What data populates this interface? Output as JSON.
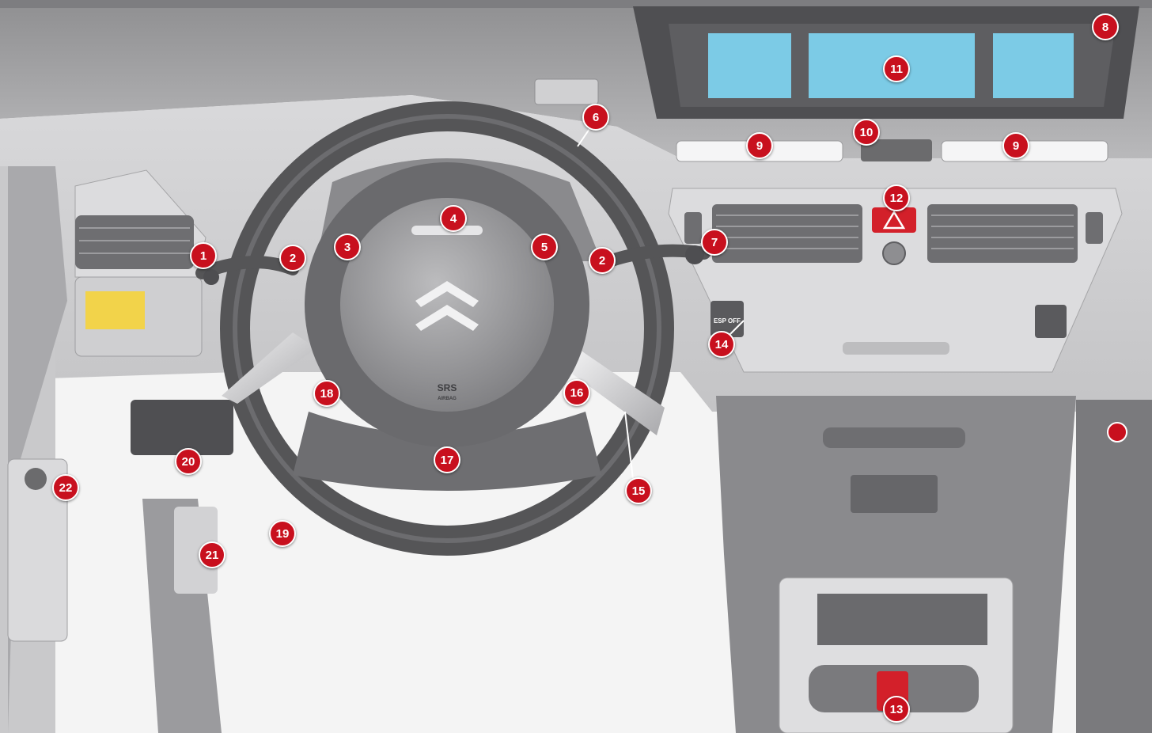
{
  "badge": {
    "srs": "SRS",
    "srs_sub": "AIRBAG",
    "esp": "ESP OFF"
  },
  "colors": {
    "callout": "#c8101e",
    "screen": "#7ccbe6",
    "radio_lcd": "#f2d34a",
    "hazard": "#d3202a",
    "dash": "#9a9a9c",
    "dash_dark": "#6b6b6d",
    "wheel": "#555557"
  },
  "callouts": [
    {
      "id": "1",
      "label": "1"
    },
    {
      "id": "2a",
      "label": "2"
    },
    {
      "id": "2b",
      "label": "2"
    },
    {
      "id": "3",
      "label": "3"
    },
    {
      "id": "4",
      "label": "4"
    },
    {
      "id": "5",
      "label": "5"
    },
    {
      "id": "6",
      "label": "6"
    },
    {
      "id": "7",
      "label": "7"
    },
    {
      "id": "8",
      "label": "8"
    },
    {
      "id": "9a",
      "label": "9"
    },
    {
      "id": "9b",
      "label": "9"
    },
    {
      "id": "10",
      "label": "10"
    },
    {
      "id": "11",
      "label": "11"
    },
    {
      "id": "12",
      "label": "12"
    },
    {
      "id": "13",
      "label": "13"
    },
    {
      "id": "14",
      "label": "14"
    },
    {
      "id": "15",
      "label": "15"
    },
    {
      "id": "16",
      "label": "16"
    },
    {
      "id": "17",
      "label": "17"
    },
    {
      "id": "18",
      "label": "18"
    },
    {
      "id": "19",
      "label": "19"
    },
    {
      "id": "20",
      "label": "20"
    },
    {
      "id": "21",
      "label": "21"
    },
    {
      "id": "22",
      "label": "22"
    }
  ]
}
